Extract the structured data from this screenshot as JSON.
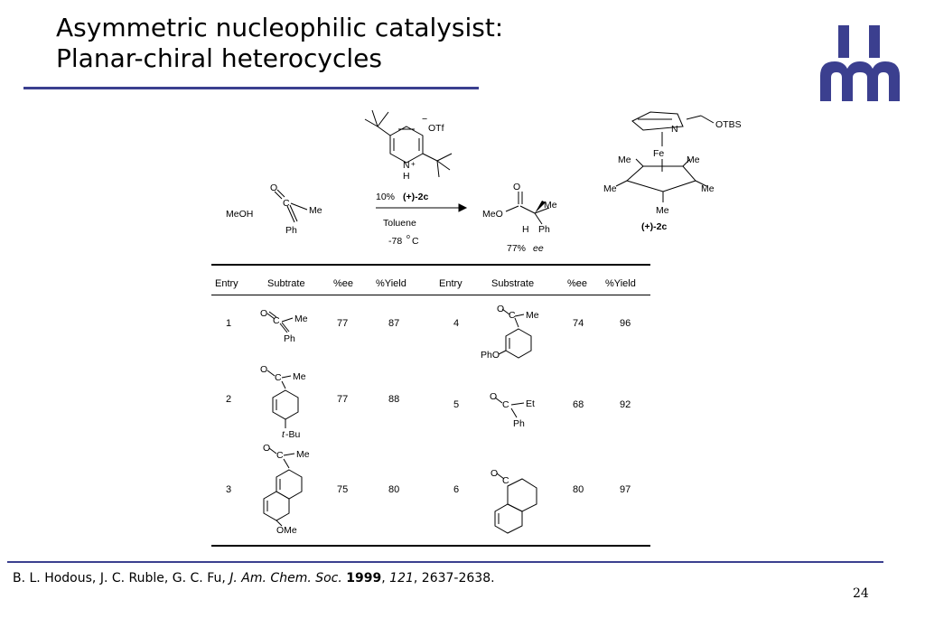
{
  "slide": {
    "title_line1": "Asymmetric nucleophilic catalysist:",
    "title_line2": "Planar-chiral heterocycles",
    "page_number": "24",
    "accent_color": "#3b3f8f",
    "logo_icon": "university-logo-icon"
  },
  "reaction": {
    "reagent_methanol": "MeOH",
    "ketene_o": "O",
    "ketene_c": "C",
    "ketene_me": "Me",
    "ketene_ph": "Ph",
    "catalyst_loading": "10%",
    "catalyst_name": "(+)-2c",
    "solvent": "Toluene",
    "temperature": "-78",
    "temp_unit": "C",
    "deg": "o",
    "product_o": "O",
    "product_meo": "MeO",
    "product_me": "Me",
    "product_h": "H",
    "product_ph": "Ph",
    "ee_value": "77%",
    "ee_label": "ee",
    "pyridinium_counterion": "OTf",
    "pyridinium_minus": "−",
    "pyridinium_n": "N",
    "pyridinium_plus": "+",
    "pyridinium_h": "H",
    "catalyst_n": "N",
    "catalyst_otbs": "OTBS",
    "catalyst_fe": "Fe",
    "catalyst_me1": "Me",
    "catalyst_me2": "Me",
    "catalyst_me3": "Me",
    "catalyst_me4": "Me",
    "catalyst_me5": "Me",
    "catalyst_label": "(+)-2c"
  },
  "table": {
    "headers": [
      "Entry",
      "Subtrate",
      "%ee",
      "%Yield",
      "Entry",
      "Substrate",
      "%ee",
      "%Yield"
    ],
    "rows": [
      {
        "entry": "1",
        "ee": "77",
        "yield": "87",
        "entry2": "4",
        "ee2": "74",
        "yield2": "96"
      },
      {
        "entry": "2",
        "ee": "77",
        "yield": "88",
        "entry2": "5",
        "ee2": "68",
        "yield2": "92"
      },
      {
        "entry": "3",
        "ee": "75",
        "yield": "80",
        "entry2": "6",
        "ee2": "80",
        "yield2": "97"
      }
    ],
    "sub1": {
      "o": "O",
      "c": "C",
      "r": "Me",
      "ar": "Ph"
    },
    "sub2": {
      "o": "O",
      "c": "C",
      "r": "Me",
      "t": "t",
      "bu": "-Bu"
    },
    "sub3": {
      "o": "O",
      "c": "C",
      "r": "Me",
      "ome": "OMe"
    },
    "sub4": {
      "o": "O",
      "c": "C",
      "r": "Me",
      "pho": "PhO"
    },
    "sub5": {
      "o": "O",
      "c": "C",
      "r": "Et",
      "ar": "Ph"
    },
    "sub6": {
      "o": "O",
      "c": "C"
    }
  },
  "citation": {
    "authors": "B. L. Hodous, J. C. Ruble, G. C. Fu, ",
    "journal": "J. Am. Chem. Soc.",
    "year": "1999",
    "volume": "121",
    "pages": ", 2637-2638."
  }
}
